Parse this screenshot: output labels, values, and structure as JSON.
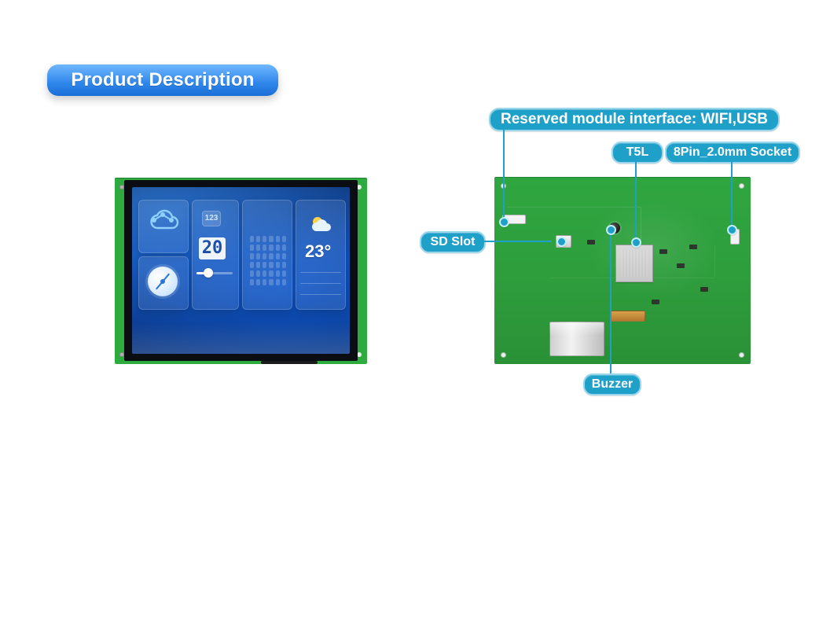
{
  "header": {
    "title": "Product Description"
  },
  "front_display": {
    "numeric_value": "20",
    "numeric_chip": "123",
    "slider_value_percent": 32,
    "temperature": "23°"
  },
  "callouts": {
    "reserved_module_interface": "Reserved module interface: WIFI,USB",
    "t5l": "T5L",
    "socket_8pin": "8Pin_2.0mm Socket",
    "sd_slot": "SD Slot",
    "buzzer": "Buzzer"
  },
  "colors": {
    "pill_blue": "#2f86ea",
    "callout_blue": "#1fa0c9",
    "pcb_green": "#2fa640",
    "display_blue": "#0c3a8e"
  },
  "icons": {
    "cloud": "cloud-icon",
    "compass": "compass-icon",
    "weather": "sun-cloud-icon",
    "pointer_dot": "pointer-dot-icon"
  }
}
